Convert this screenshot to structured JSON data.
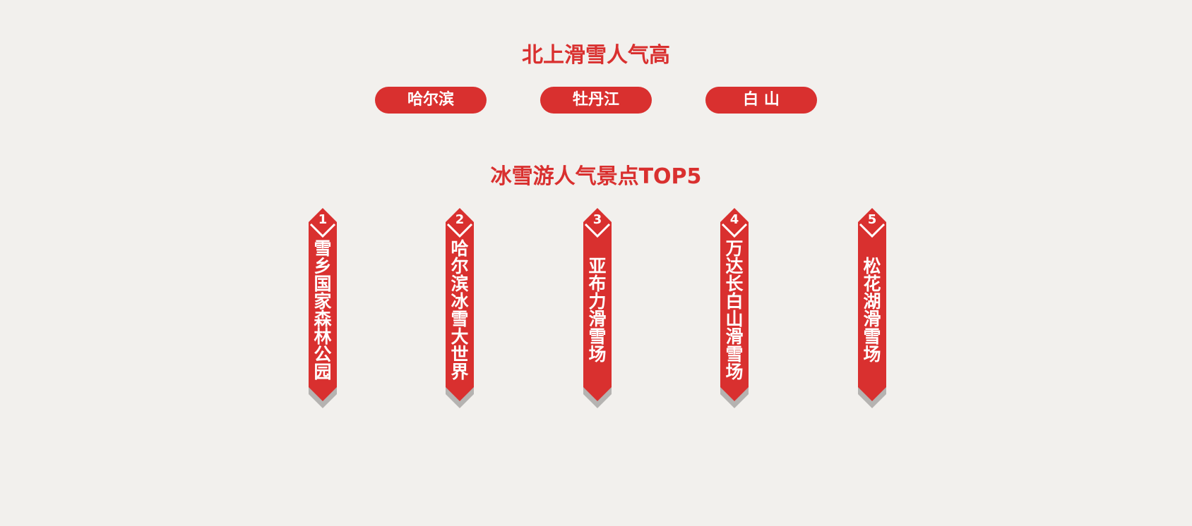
{
  "section1": {
    "title": "北上滑雪人气高",
    "cities": [
      "哈尔滨",
      "牡丹江",
      "白 山"
    ]
  },
  "section2": {
    "title": "冰雪游人气景点TOP5",
    "spots": [
      {
        "rank": "1",
        "name": "雪乡国家森林公园"
      },
      {
        "rank": "2",
        "name": "哈尔滨冰雪大世界"
      },
      {
        "rank": "3",
        "name": "亚布力滑雪场"
      },
      {
        "rank": "4",
        "name": "万达长白山滑雪场"
      },
      {
        "rank": "5",
        "name": "松花湖滑雪场"
      }
    ]
  },
  "colors": {
    "accent": "#d9302f",
    "background": "#f2f0ed",
    "shadow": "#b5b3b1",
    "text_on_accent": "#ffffff"
  },
  "icons": {
    "rank_marker": "diamond-chevron-badge",
    "banner_tail": "chevron-point"
  }
}
